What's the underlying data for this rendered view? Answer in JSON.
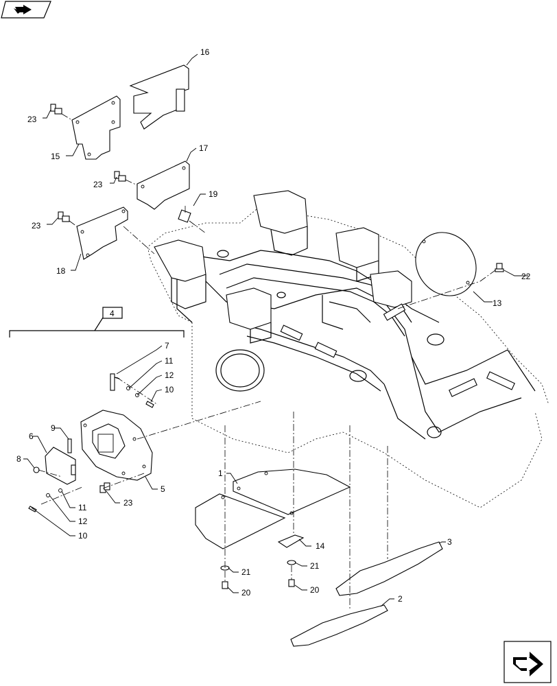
{
  "callouts": [
    {
      "id": "c1",
      "text": "1"
    },
    {
      "id": "c2",
      "text": "2"
    },
    {
      "id": "c3",
      "text": "3"
    },
    {
      "id": "c4",
      "text": "4"
    },
    {
      "id": "c5",
      "text": "5"
    },
    {
      "id": "c6",
      "text": "6"
    },
    {
      "id": "c7",
      "text": "7"
    },
    {
      "id": "c8",
      "text": "8"
    },
    {
      "id": "c9",
      "text": "9"
    },
    {
      "id": "c10a",
      "text": "10"
    },
    {
      "id": "c10b",
      "text": "10"
    },
    {
      "id": "c11a",
      "text": "11"
    },
    {
      "id": "c11b",
      "text": "11"
    },
    {
      "id": "c12a",
      "text": "12"
    },
    {
      "id": "c12b",
      "text": "12"
    },
    {
      "id": "c13",
      "text": "13"
    },
    {
      "id": "c14",
      "text": "14"
    },
    {
      "id": "c15",
      "text": "15"
    },
    {
      "id": "c16",
      "text": "16"
    },
    {
      "id": "c17",
      "text": "17"
    },
    {
      "id": "c18",
      "text": "18"
    },
    {
      "id": "c19",
      "text": "19"
    },
    {
      "id": "c20a",
      "text": "20"
    },
    {
      "id": "c20b",
      "text": "20"
    },
    {
      "id": "c21a",
      "text": "21"
    },
    {
      "id": "c21b",
      "text": "21"
    },
    {
      "id": "c22",
      "text": "22"
    },
    {
      "id": "c23a",
      "text": "23"
    },
    {
      "id": "c23b",
      "text": "23"
    },
    {
      "id": "c23c",
      "text": "23"
    },
    {
      "id": "c23d",
      "text": "23"
    }
  ],
  "icons": {
    "top_left": "previous-page-icon",
    "bottom_right": "next-page-icon"
  }
}
